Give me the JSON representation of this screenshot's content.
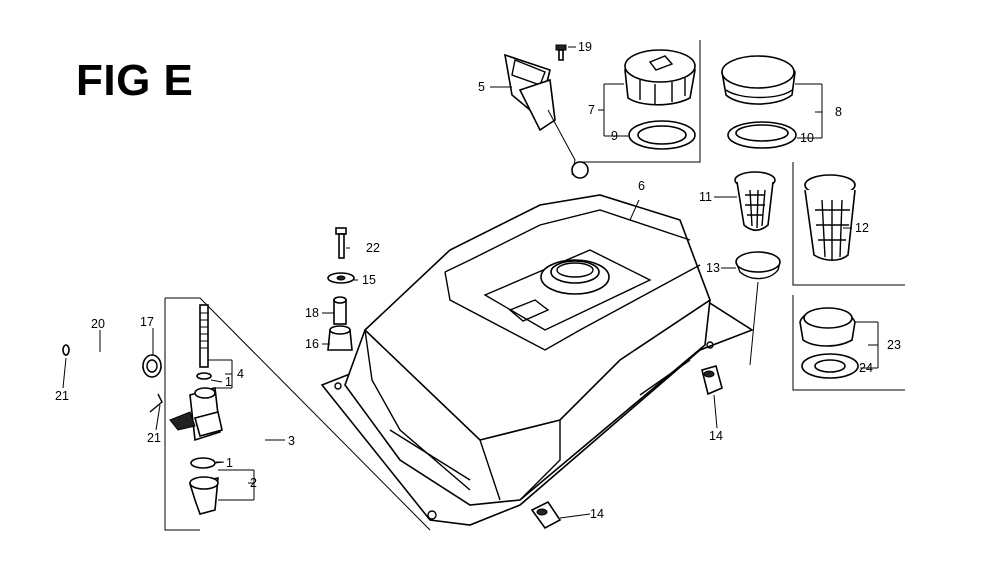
{
  "figure": {
    "title": "FIG E",
    "callouts": [
      "1",
      "1",
      "2",
      "3",
      "4",
      "5",
      "6",
      "7",
      "8",
      "9",
      "10",
      "11",
      "12",
      "13",
      "14",
      "14",
      "15",
      "16",
      "17",
      "18",
      "19",
      "20",
      "21",
      "21",
      "22",
      "23",
      "24"
    ]
  }
}
